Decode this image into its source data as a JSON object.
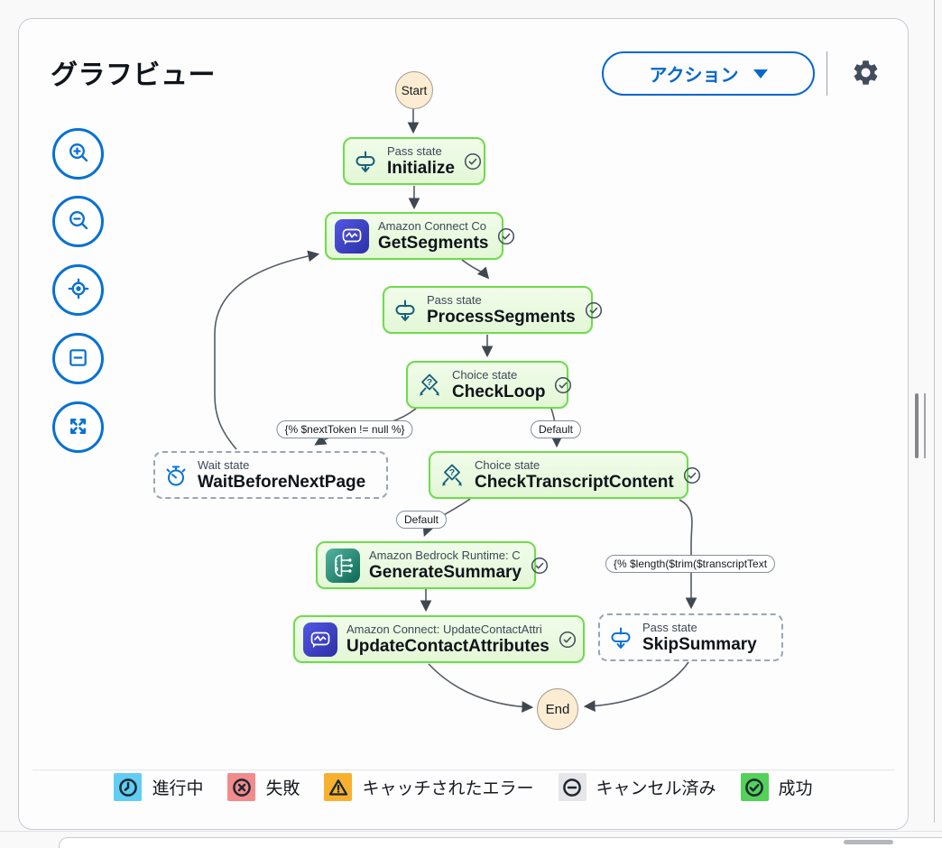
{
  "header": {
    "title": "グラフビュー",
    "actions_button": "アクション",
    "settings_icon": "gear-icon"
  },
  "toolbar": {
    "buttons": [
      {
        "icon": "zoom-in-icon"
      },
      {
        "icon": "zoom-out-icon"
      },
      {
        "icon": "center-graph-icon"
      },
      {
        "icon": "fit-view-icon"
      },
      {
        "icon": "fullscreen-icon"
      }
    ]
  },
  "graph": {
    "start_label": "Start",
    "end_label": "End",
    "nodes": [
      {
        "name": "Initialize",
        "type_label": "Pass state",
        "icon": "pass-state-icon",
        "status": "succeeded"
      },
      {
        "name": "GetSegments",
        "type_label": "Amazon Connect Co",
        "icon": "amazon-connect-icon",
        "status": "succeeded"
      },
      {
        "name": "ProcessSegments",
        "type_label": "Pass state",
        "icon": "pass-state-icon",
        "status": "succeeded"
      },
      {
        "name": "CheckLoop",
        "type_label": "Choice state",
        "icon": "choice-state-icon",
        "status": "succeeded"
      },
      {
        "name": "WaitBeforeNextPage",
        "type_label": "Wait state",
        "icon": "wait-state-icon",
        "status": "not-executed"
      },
      {
        "name": "CheckTranscriptContent",
        "type_label": "Choice state",
        "icon": "choice-state-icon",
        "status": "succeeded"
      },
      {
        "name": "GenerateSummary",
        "type_label": "Amazon Bedrock Runtime: C",
        "icon": "amazon-bedrock-icon",
        "status": "succeeded"
      },
      {
        "name": "UpdateContactAttributes",
        "type_label": "Amazon Connect: UpdateContactAttri",
        "icon": "amazon-connect-icon",
        "status": "succeeded"
      },
      {
        "name": "SkipSummary",
        "type_label": "Pass state",
        "icon": "pass-state-icon",
        "status": "not-executed"
      }
    ],
    "edge_labels": [
      {
        "text": "{% $nextToken != null %}"
      },
      {
        "text": "Default"
      },
      {
        "text": "Default"
      },
      {
        "text": "{% $length($trim($transcriptText"
      }
    ]
  },
  "legend": {
    "items": [
      {
        "label": "進行中",
        "icon": "in-progress-icon",
        "color": "#61CDF3"
      },
      {
        "label": "失敗",
        "icon": "failed-icon",
        "color": "#F28B8B"
      },
      {
        "label": "キャッチされたエラー",
        "icon": "caught-error-icon",
        "color": "#F7B12E"
      },
      {
        "label": "キャンセル済み",
        "icon": "cancelled-icon",
        "color": "#E6E6E8"
      },
      {
        "label": "成功",
        "icon": "succeeded-icon",
        "color": "#53D158"
      }
    ]
  },
  "colors": {
    "accent_blue": "#0972D3",
    "node_success_border": "#6FDC4C",
    "node_success_bg": "#EAFADF",
    "start_end_fill": "#FBEBD0",
    "edge": "#545B64",
    "icon_dark": "#414D5C"
  }
}
